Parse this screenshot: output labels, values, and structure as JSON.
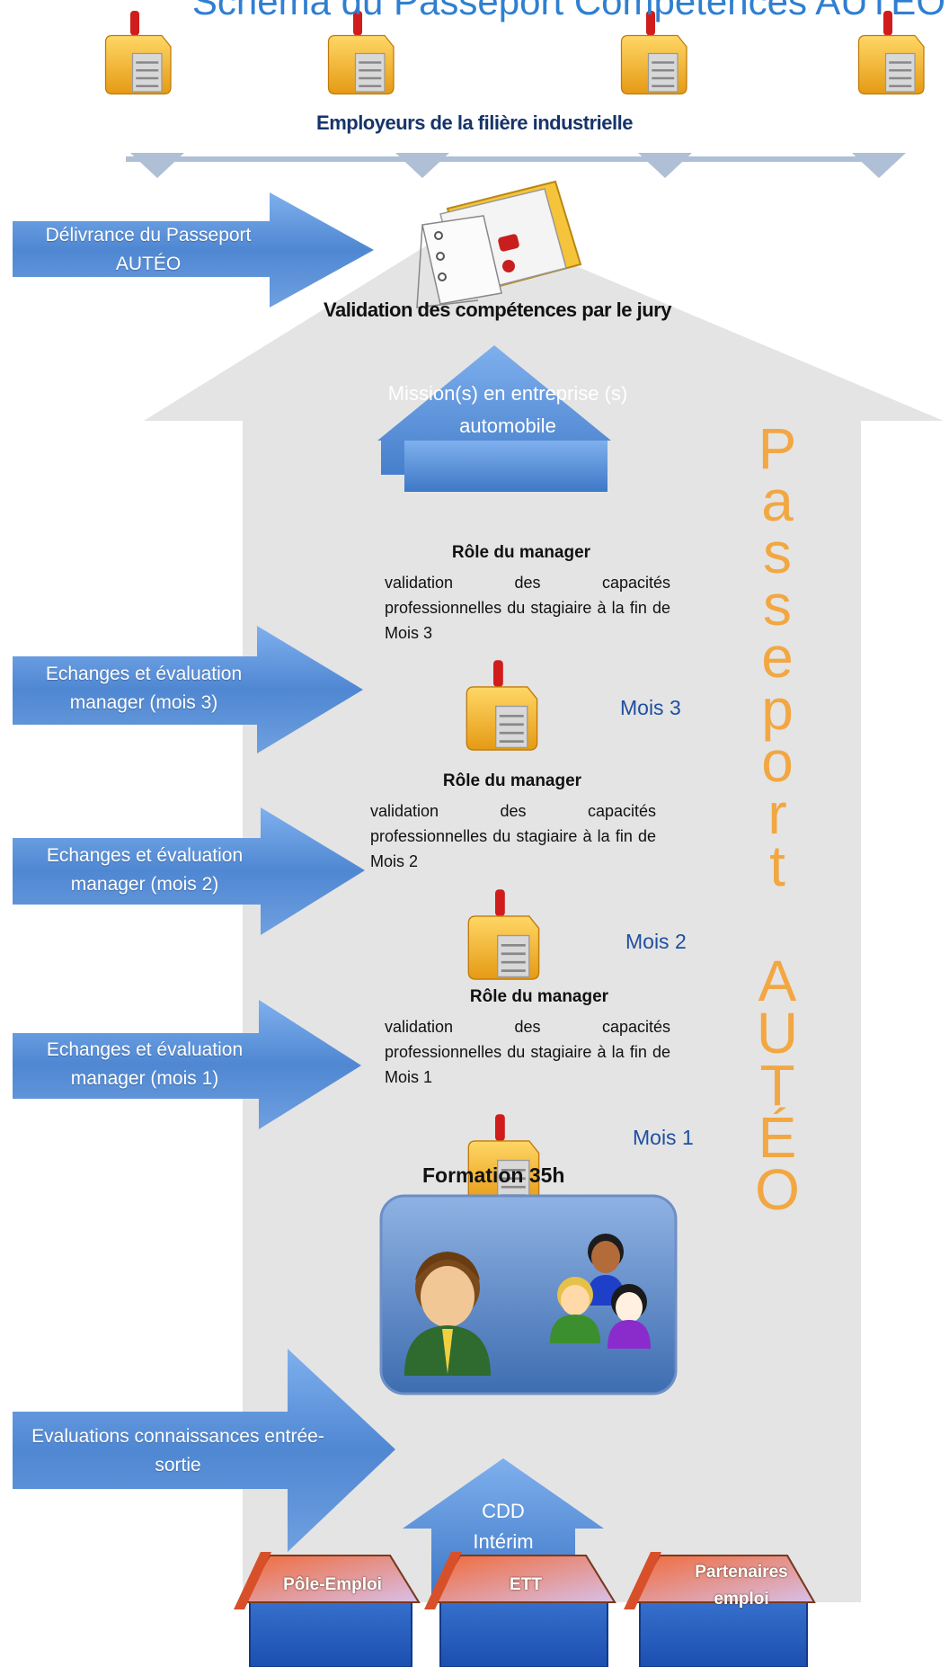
{
  "title": "Schéma du Passeport Compétences AUTÉO",
  "employers_label": "Employeurs de la filière industrielle",
  "side_arrows": {
    "delivrance": "Délivrance du Passeport AUTÉO",
    "mois3": "Echanges et évaluation manager (mois 3)",
    "mois2": "Echanges et évaluation manager (mois 2)",
    "mois1": "Echanges et évaluation manager (mois 1)",
    "evaluations": "Evaluations connaissances entrée-sortie"
  },
  "jury_label": "Validation des compétences par le jury",
  "mission_label": "Mission(s) en entreprise (s) automobile",
  "roles": [
    {
      "title": "Rôle du manager",
      "text": "validation des capacités professionnelles du stagiaire à la fin de Mois 3",
      "month": "Mois 3"
    },
    {
      "title": "Rôle du manager",
      "text": "validation des capacités professionnelles du stagiaire à la fin de Mois 2",
      "month": "Mois 2"
    },
    {
      "title": "Rôle du manager",
      "text": "validation des capacités professionnelles du stagiaire à la fin de Mois 1",
      "month": "Mois 1"
    }
  ],
  "vertical_title": "Passeport AUTÉO",
  "formation_label": "Formation 35h",
  "cdd_label": "CDD Intérim",
  "houses": [
    "Pôle-Emploi",
    "ETT",
    "Partenaires emploi"
  ],
  "colors": {
    "arrow_blue": "#5b93d8",
    "gray_arrow": "#e6e6e6",
    "title_blue": "#2f7fd1",
    "vertical_orange": "#f2a742"
  }
}
